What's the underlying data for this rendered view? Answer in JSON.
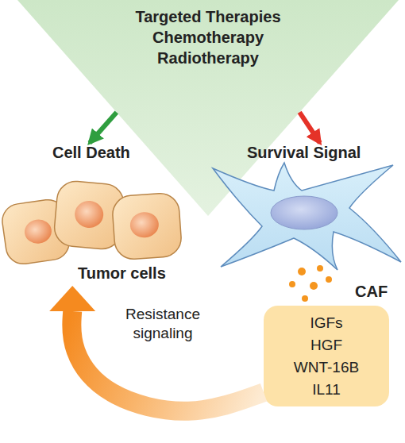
{
  "diagram": {
    "nodes": [
      {
        "text": [
          "Targeted Therapies",
          "Chemotherapy",
          "Radiotherapy"
        ]
      },
      {
        "text": [
          "Cell Death",
          "Tumor cells"
        ]
      },
      {
        "text": [
          "Survival Signal",
          "CAF"
        ]
      },
      {
        "text": [
          "IGFs",
          "HGF",
          "WNT-16B",
          "IL11"
        ]
      }
    ],
    "edges": [
      {
        "from": 0,
        "to": 1,
        "arrow": "to"
      },
      {
        "from": 0,
        "to": 2,
        "arrow": "to"
      },
      {
        "from": 3,
        "to": 1,
        "label": "Resistance signaling",
        "arrow": "to"
      }
    ]
  }
}
